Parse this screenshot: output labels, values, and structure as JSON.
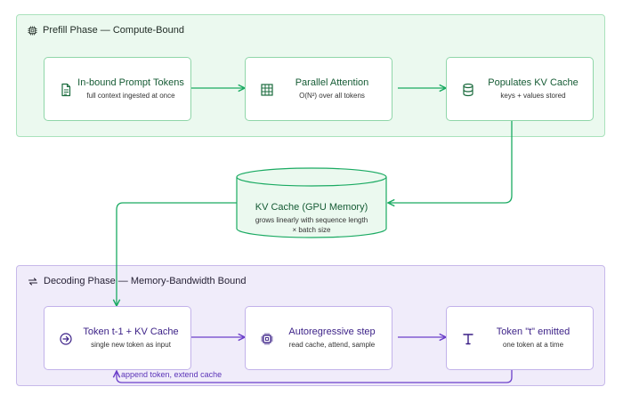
{
  "prefill": {
    "title": "Prefill Phase — Compute-Bound",
    "nodes": [
      {
        "title": "In-bound Prompt Tokens",
        "subtitle": "full context ingested at once",
        "icon": "document-icon"
      },
      {
        "title": "Parallel Attention",
        "subtitle": "O(N²) over all tokens",
        "icon": "grid-icon"
      },
      {
        "title": "Populates KV Cache",
        "subtitle": "keys + values stored",
        "icon": "database-icon"
      }
    ]
  },
  "cache": {
    "title": "KV Cache (GPU Memory)",
    "subtitle_line1": "grows linearly with sequence length",
    "subtitle_line2": "× batch size"
  },
  "decode": {
    "title": "Decoding Phase — Memory-Bandwidth Bound",
    "nodes": [
      {
        "title": "Token t-1 + KV Cache",
        "subtitle": "single new token as input",
        "icon": "arrow-circle-icon"
      },
      {
        "title": "Autoregressive step",
        "subtitle": "read cache, attend, sample",
        "icon": "chip-icon"
      },
      {
        "title": "Token \"t\" emitted",
        "subtitle": "one token at a time",
        "icon": "text-icon"
      }
    ],
    "loop_label": "append token, extend cache"
  },
  "colors": {
    "prefill_bg": "#ebf9ef",
    "prefill_border": "#a9e2bc",
    "prefill_accent": "#1aaa62",
    "decode_bg": "#f0ecfa",
    "decode_border": "#c7b9ea",
    "decode_accent": "#6b3fc9"
  }
}
